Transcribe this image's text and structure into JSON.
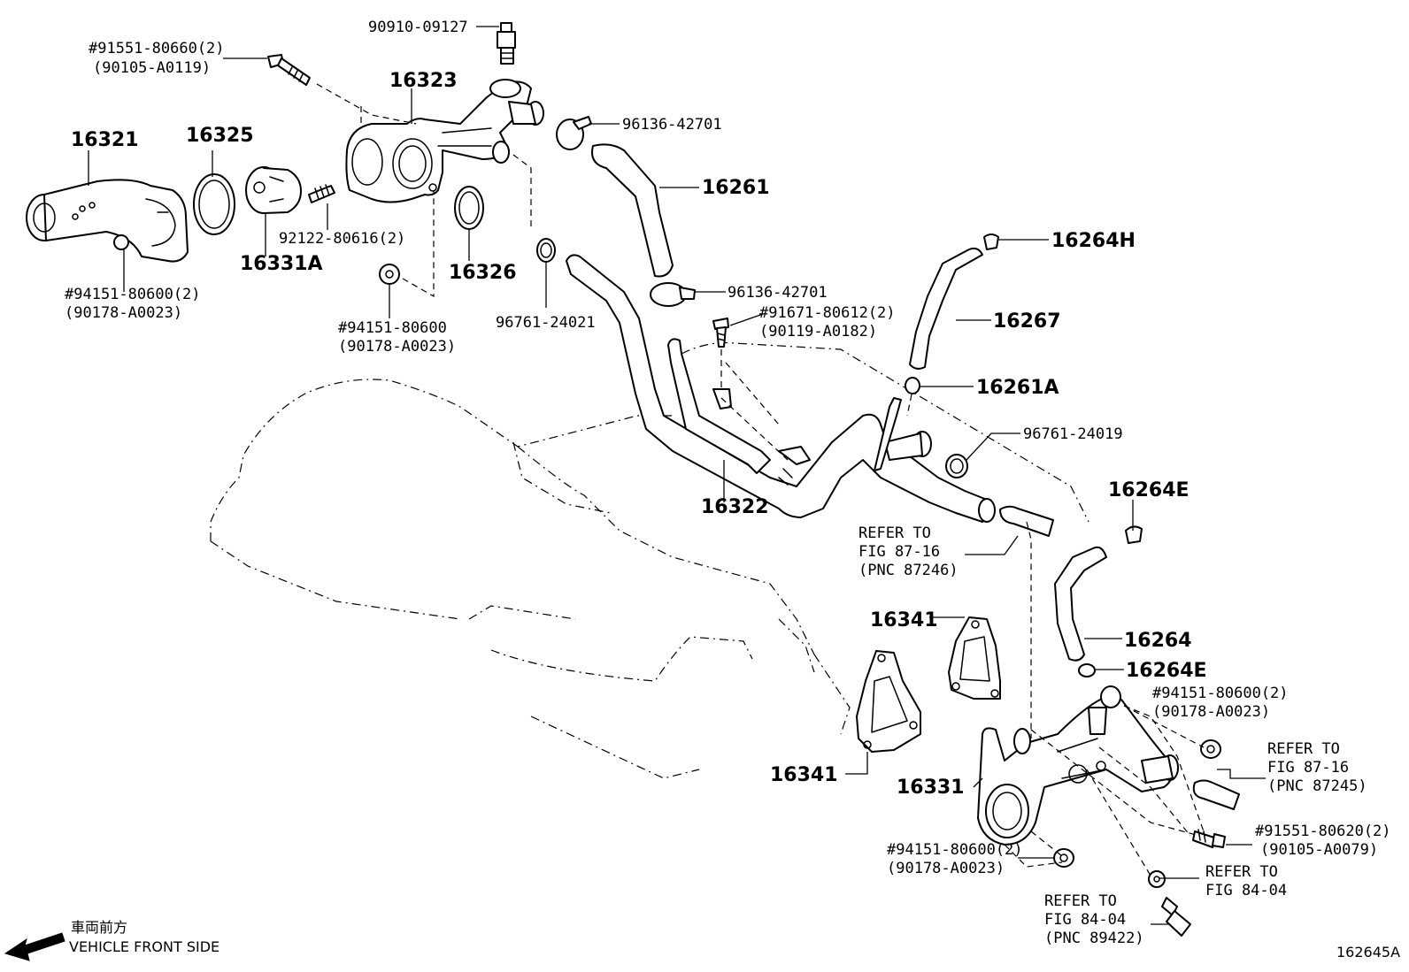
{
  "labels": {
    "p90910": "90910-09127",
    "p91551_1": "#91551-80660(2)",
    "p90105_1": "(90105-A0119)",
    "p16323": "16323",
    "p96136_1": "96136-42701",
    "p16321": "16321",
    "p16325": "16325",
    "p16261": "16261",
    "p92122": "92122-80616(2)",
    "p16331A": "16331A",
    "p16326": "16326",
    "p94151_1": "#94151-80600(2)",
    "p90178_1": "(90178-A0023)",
    "p94151_2": "#94151-80600",
    "p90178_2": "(90178-A0023)",
    "p96761_1": "96761-24021",
    "p96136_2": "96136-42701",
    "p91671": "#91671-80612(2)",
    "p90119": "(90119-A0182)",
    "p16264H": "16264H",
    "p16267": "16267",
    "p16261A": "16261A",
    "p96761_2": "96761-24019",
    "p16322": "16322",
    "ref1_a": "REFER TO",
    "ref1_b": "FIG 87-16",
    "ref1_c": "(PNC 87246)",
    "p16264E_1": "16264E",
    "p16264": "16264",
    "p16264E_2": "16264E",
    "p16341_1": "16341",
    "p94151_3": "#94151-80600(2)",
    "p90178_3": "(90178-A0023)",
    "ref2_a": "REFER TO",
    "ref2_b": "FIG 87-16",
    "ref2_c": "(PNC 87245)",
    "p16341_2": "16341",
    "p16331": "16331",
    "p91551_2": "#91551-80620(2)",
    "p90105_2": "(90105-A0079)",
    "p94151_4": "#94151-80600(2)",
    "p90178_4": "(90178-A0023)",
    "ref3_a": "REFER TO",
    "ref3_b": "FIG 84-04",
    "ref4_a": "REFER TO",
    "ref4_b": "FIG 84-04",
    "ref4_c": "(PNC 89422)",
    "front_jp": "車両前方",
    "front_en": "VEHICLE FRONT SIDE",
    "code": "162645A"
  }
}
